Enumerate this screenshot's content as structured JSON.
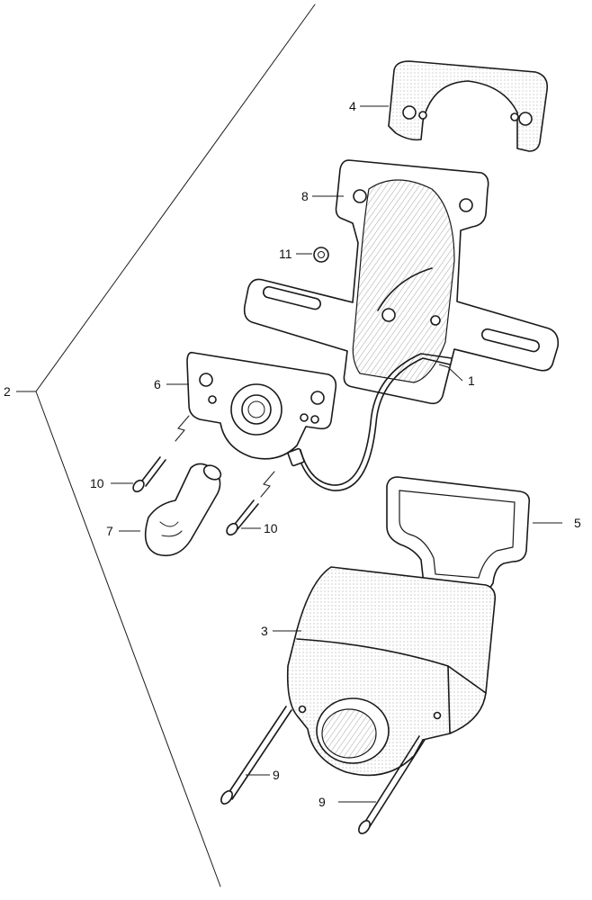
{
  "diagram": {
    "callouts": {
      "c1": "1",
      "c2": "2",
      "c3": "3",
      "c4": "4",
      "c5": "5",
      "c6": "6",
      "c7": "7",
      "c8": "8",
      "c9a": "9",
      "c9b": "9",
      "c10a": "10",
      "c10b": "10",
      "c11": "11"
    }
  }
}
